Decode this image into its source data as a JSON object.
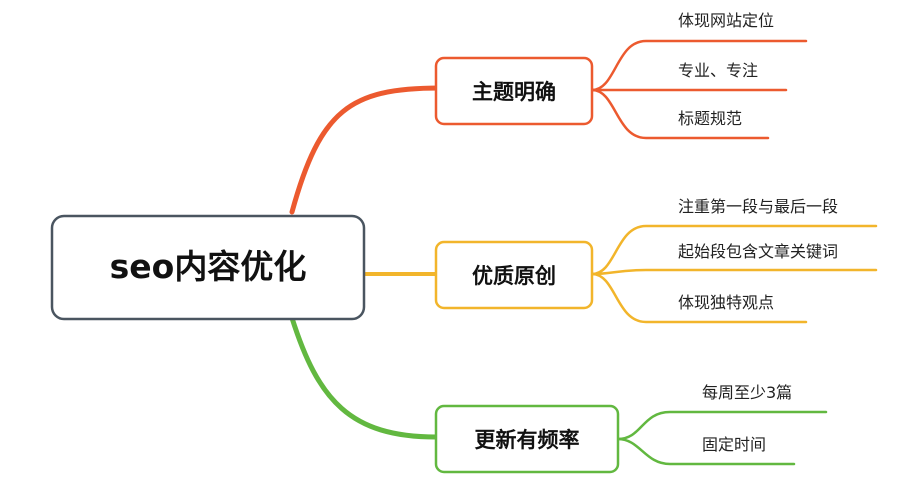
{
  "root": {
    "label": "seo内容优化"
  },
  "branches": [
    {
      "label": "主题明确",
      "color": "#ec5a2f",
      "leaves": [
        "体现网站定位",
        "专业、专注",
        "标题规范"
      ]
    },
    {
      "label": "优质原创",
      "color": "#f2b52b",
      "leaves": [
        "注重第一段与最后一段",
        "起始段包含文章关键词",
        "体现独特观点"
      ]
    },
    {
      "label": "更新有频率",
      "color": "#62b840",
      "leaves": [
        "每周至少3篇",
        "固定时间"
      ]
    }
  ],
  "colors": {
    "root_border": "#4a5560",
    "upper_connector_start": "#f1736a",
    "middle_connector": "#f2b52b",
    "lower_connector": "#62b840"
  }
}
